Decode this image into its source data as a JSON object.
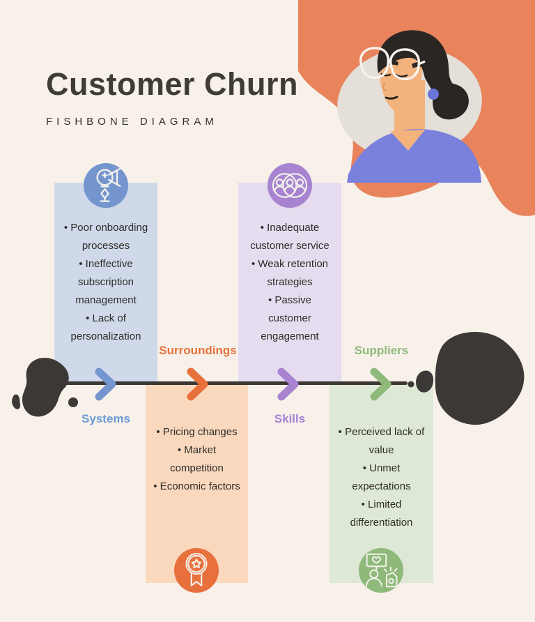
{
  "header": {
    "title": "Customer Churn",
    "subtitle": "FISHBONE DIAGRAM"
  },
  "diagram": {
    "bullet_char": "•",
    "spine_color": "#3B3733",
    "blob_color": "#3B3835",
    "categories": [
      {
        "id": "systems",
        "label": "Systems",
        "position": "top-left",
        "accent": "#7495CE",
        "box_bg": "#CFD9EA",
        "label_color": "#6D9AD6",
        "icon": "idea-megaphone-icon",
        "items": [
          "Poor onboarding processes",
          "Ineffective subscription management",
          "Lack of personalization"
        ]
      },
      {
        "id": "surroundings",
        "label": "Surroundings",
        "position": "bottom-left",
        "accent": "#E7703C",
        "box_bg": "#F9D8BE",
        "label_color": "#E7713E",
        "icon": "award-badge-icon",
        "items": [
          "Pricing changes",
          "Market competition",
          "Economic factors"
        ]
      },
      {
        "id": "skills",
        "label": "Skills",
        "position": "top-right",
        "accent": "#A783D0",
        "box_bg": "#E6DCEF",
        "label_color": "#A47FD4",
        "icon": "team-group-icon",
        "items": [
          "Inadequate customer service",
          "Weak retention strategies",
          "Passive customer engagement"
        ]
      },
      {
        "id": "suppliers",
        "label": "Suppliers",
        "position": "bottom-right",
        "accent": "#8FB97A",
        "box_bg": "#DEE8D6",
        "label_color": "#8FB97A",
        "icon": "customer-feedback-icon",
        "items": [
          "Perceived lack of value",
          "Unmet expectations",
          "Limited differentiation"
        ]
      }
    ]
  },
  "illustration": {
    "name": "woman-avatar",
    "corner_blob_color": "#E8835C",
    "backdrop_color": "#E4E0D9",
    "hair_color": "#2A2624",
    "skin_color": "#F4B27D",
    "shirt_color": "#7A81DC",
    "earring_color": "#6A73D8",
    "glasses_color": "#F8F3EC"
  }
}
